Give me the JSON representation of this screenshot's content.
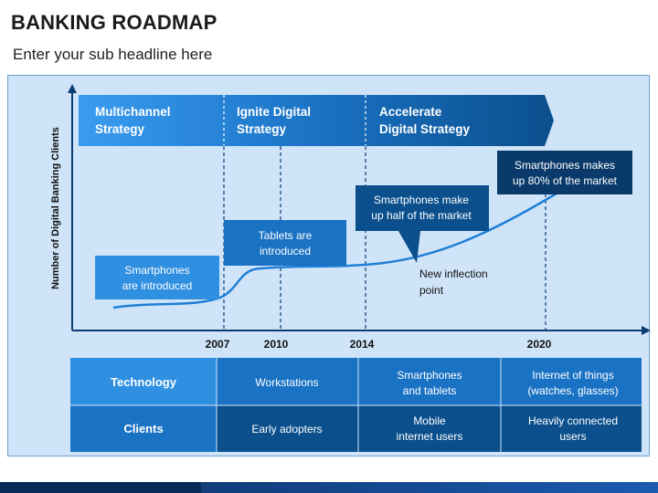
{
  "page": {
    "title": "BANKING ROADMAP",
    "subtitle": "Enter your sub headline here"
  },
  "diagram": {
    "y_axis_label": "Number of Digital Banking Clients",
    "years": [
      "2007",
      "2010",
      "2014",
      "2020"
    ],
    "strategies": [
      "Multichannel Strategy",
      "Ignite Digital Strategy",
      "Accelerate Digital Strategy"
    ],
    "callouts": {
      "smartphones_introduced": "Smartphones are introduced",
      "tablets_introduced": "Tablets are introduced",
      "smartphones_half": "Smartphones make up half of the market",
      "smartphones_80": "Smartphones makes up 80% of the market",
      "inflection": "New inflection point"
    },
    "table": {
      "row_headers": [
        "Technology",
        "Clients"
      ],
      "technology": [
        "Workstations",
        "Smartphones and tablets",
        "Internet of things (watches, glasses)"
      ],
      "clients": [
        "Early adopters",
        "Mobile internet users",
        "Heavily connected users"
      ]
    },
    "colors": {
      "dark_blue": "#0b4f8c",
      "mid_blue": "#1a72c4",
      "light_blue": "#2f8fe0",
      "bright_blue": "#3a9cf0",
      "navy": "#0a3a6a",
      "curve": "#1f7fd6",
      "panel": "#cfe4f8"
    }
  }
}
